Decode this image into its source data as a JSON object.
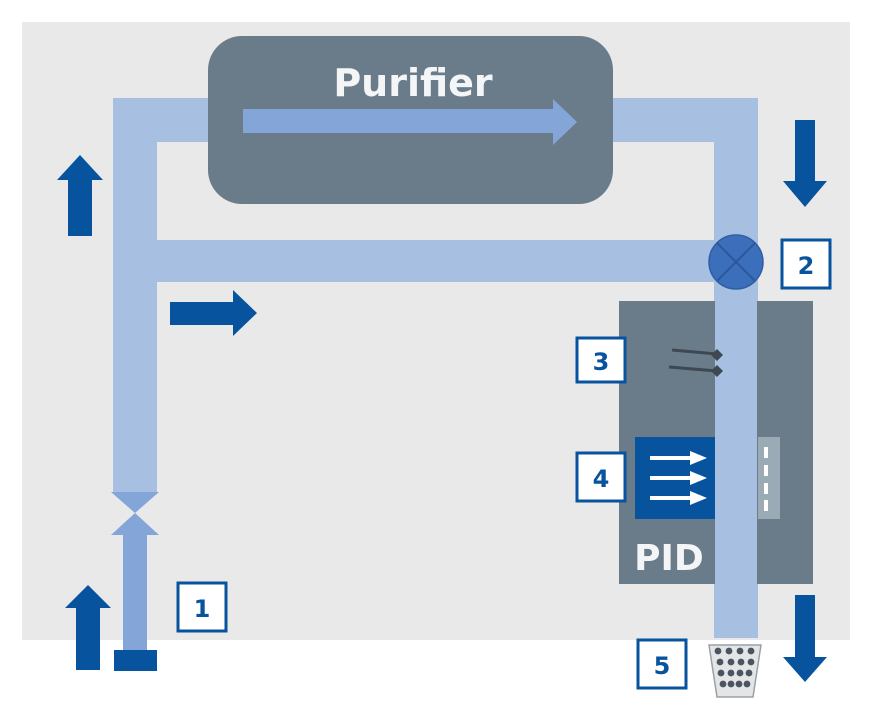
{
  "diagram": {
    "title": "Purifier flow diagram",
    "purifier": {
      "label": "Purifier"
    },
    "pid": {
      "label": "PID"
    },
    "callouts": [
      {
        "id": "1",
        "label": "1",
        "refers_to": "inlet-valve"
      },
      {
        "id": "2",
        "label": "2",
        "refers_to": "switching-valve"
      },
      {
        "id": "3",
        "label": "3",
        "refers_to": "electrodes"
      },
      {
        "id": "4",
        "label": "4",
        "refers_to": "uv-lamp"
      },
      {
        "id": "5",
        "label": "5",
        "refers_to": "outlet-filter"
      }
    ],
    "flow_arrows": [
      {
        "name": "inlet-flow-up",
        "direction": "up"
      },
      {
        "name": "left-pipe-flow-up",
        "direction": "up"
      },
      {
        "name": "bypass-flow-right",
        "direction": "right"
      },
      {
        "name": "purifier-return-flow-down",
        "direction": "down"
      },
      {
        "name": "outlet-flow-down",
        "direction": "down"
      },
      {
        "name": "purifier-internal-flow-right",
        "direction": "right"
      }
    ],
    "colors": {
      "background_panel": "#e9e9ea",
      "pipe": "#a7c0e1",
      "pipe_arrow": "#84a5d8",
      "dark_blue": "#07539e",
      "box_gray": "#6a7c89",
      "valve_fill": "#3c6fbb",
      "callout_border": "#07539e",
      "lamp_window": "#9aabb5"
    }
  }
}
